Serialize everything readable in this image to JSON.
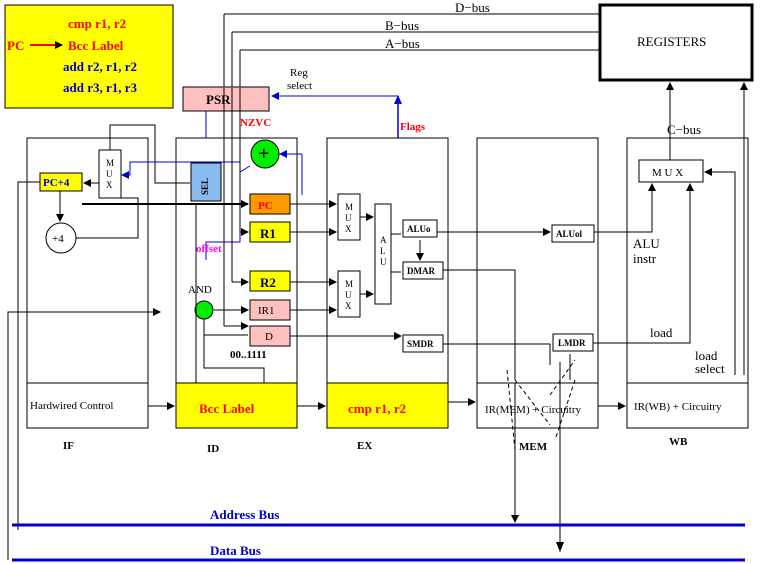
{
  "code": {
    "pc_label": "PC",
    "line1": "cmp r1, r2",
    "line2": "Bcc Label",
    "line3": "add  r2, r1, r2",
    "line4": "add  r3, r1, r3"
  },
  "registers": "REGISTERS",
  "psr": "PSR",
  "nzvc": "NZVC",
  "flags": "Flags",
  "reg_select": [
    "Reg",
    "select"
  ],
  "buses": {
    "d": "D−bus",
    "b": "B−bus",
    "a": "A−bus",
    "c": "C−bus"
  },
  "if": {
    "pc4": "PC+4",
    "mux": [
      "M",
      "U",
      "X"
    ],
    "plus4": "+4",
    "hardwired": "Hardwired Control",
    "stage": "IF"
  },
  "id": {
    "sel": "SEL",
    "plus": "+",
    "pc": "PC",
    "r1": "R1",
    "r2": "R2",
    "ir1": "IR1",
    "d": "D",
    "offset": "offset",
    "and": "AND",
    "mask": "00..1111",
    "instr": "Bcc Label",
    "stage": "ID"
  },
  "ex": {
    "mux": [
      "M",
      "U",
      "X"
    ],
    "alu": [
      "A",
      "L",
      "U"
    ],
    "aluo": "ALUo",
    "dmar": "DMAR",
    "smdr": "SMDR",
    "instr": "cmp r1, r2",
    "stage": "EX"
  },
  "mem": {
    "aluol": "ALUol",
    "lmdr": "LMDR",
    "ir": "IR(MEM) + Circuitry",
    "stage": "MEM"
  },
  "wb": {
    "mux": "M U X",
    "alu_instr": [
      "ALU",
      "instr"
    ],
    "load": "load",
    "load_select": [
      "load",
      "select"
    ],
    "ir": "IR(WB) + Circuitry",
    "stage": "WB"
  },
  "address_bus": "Address Bus",
  "data_bus": "Data Bus",
  "colors": {
    "yellow": "#ffff00",
    "pink": "#ffc0c0",
    "orange": "#ff9900",
    "sel_blue": "#88bbee",
    "green": "#00ee00",
    "bus_blue": "#0000cc"
  }
}
